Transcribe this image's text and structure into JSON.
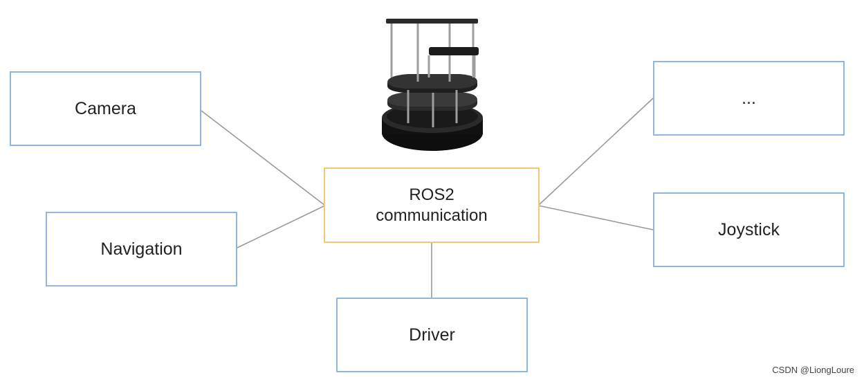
{
  "diagram": {
    "center": {
      "line1": "ROS2",
      "line2": "communication"
    },
    "nodes": {
      "camera": "Camera",
      "navigation": "Navigation",
      "driver": "Driver",
      "more": "...",
      "joystick": "Joystick"
    },
    "colors": {
      "node_border": "#8fb6dc",
      "center_border": "#f3c67a",
      "connector": "#9a9a9a",
      "text": "#222222"
    },
    "robot": {
      "icon": "turtlebot-robot-icon"
    }
  },
  "watermark": "CSDN @LiongLoure"
}
